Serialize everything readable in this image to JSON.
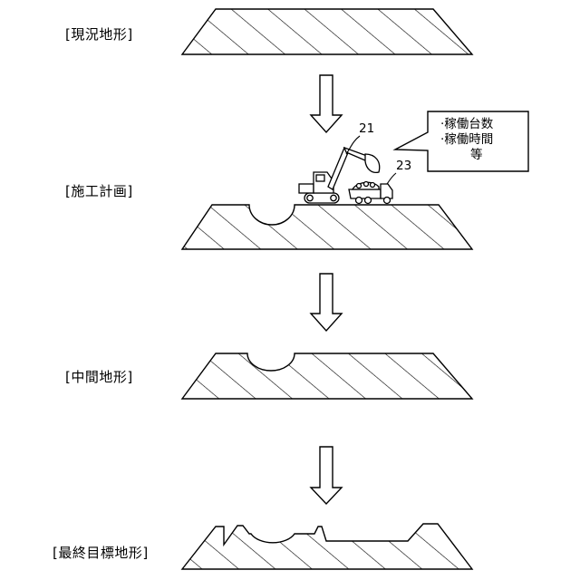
{
  "stages": [
    {
      "label": "[現況地形]"
    },
    {
      "label": "[施工計画]"
    },
    {
      "label": "[中間地形]"
    },
    {
      "label": "[最終目標地形]"
    }
  ],
  "callout": {
    "lines": [
      "·稼働台数",
      "·稼働時間",
      "等"
    ]
  },
  "reference_numerals": {
    "excavator": "21",
    "dump_truck": "23"
  },
  "icons": [
    "down-arrow-icon",
    "excavator-icon",
    "dump-truck-icon"
  ],
  "colors": {
    "line": "#000000",
    "background": "#ffffff"
  }
}
